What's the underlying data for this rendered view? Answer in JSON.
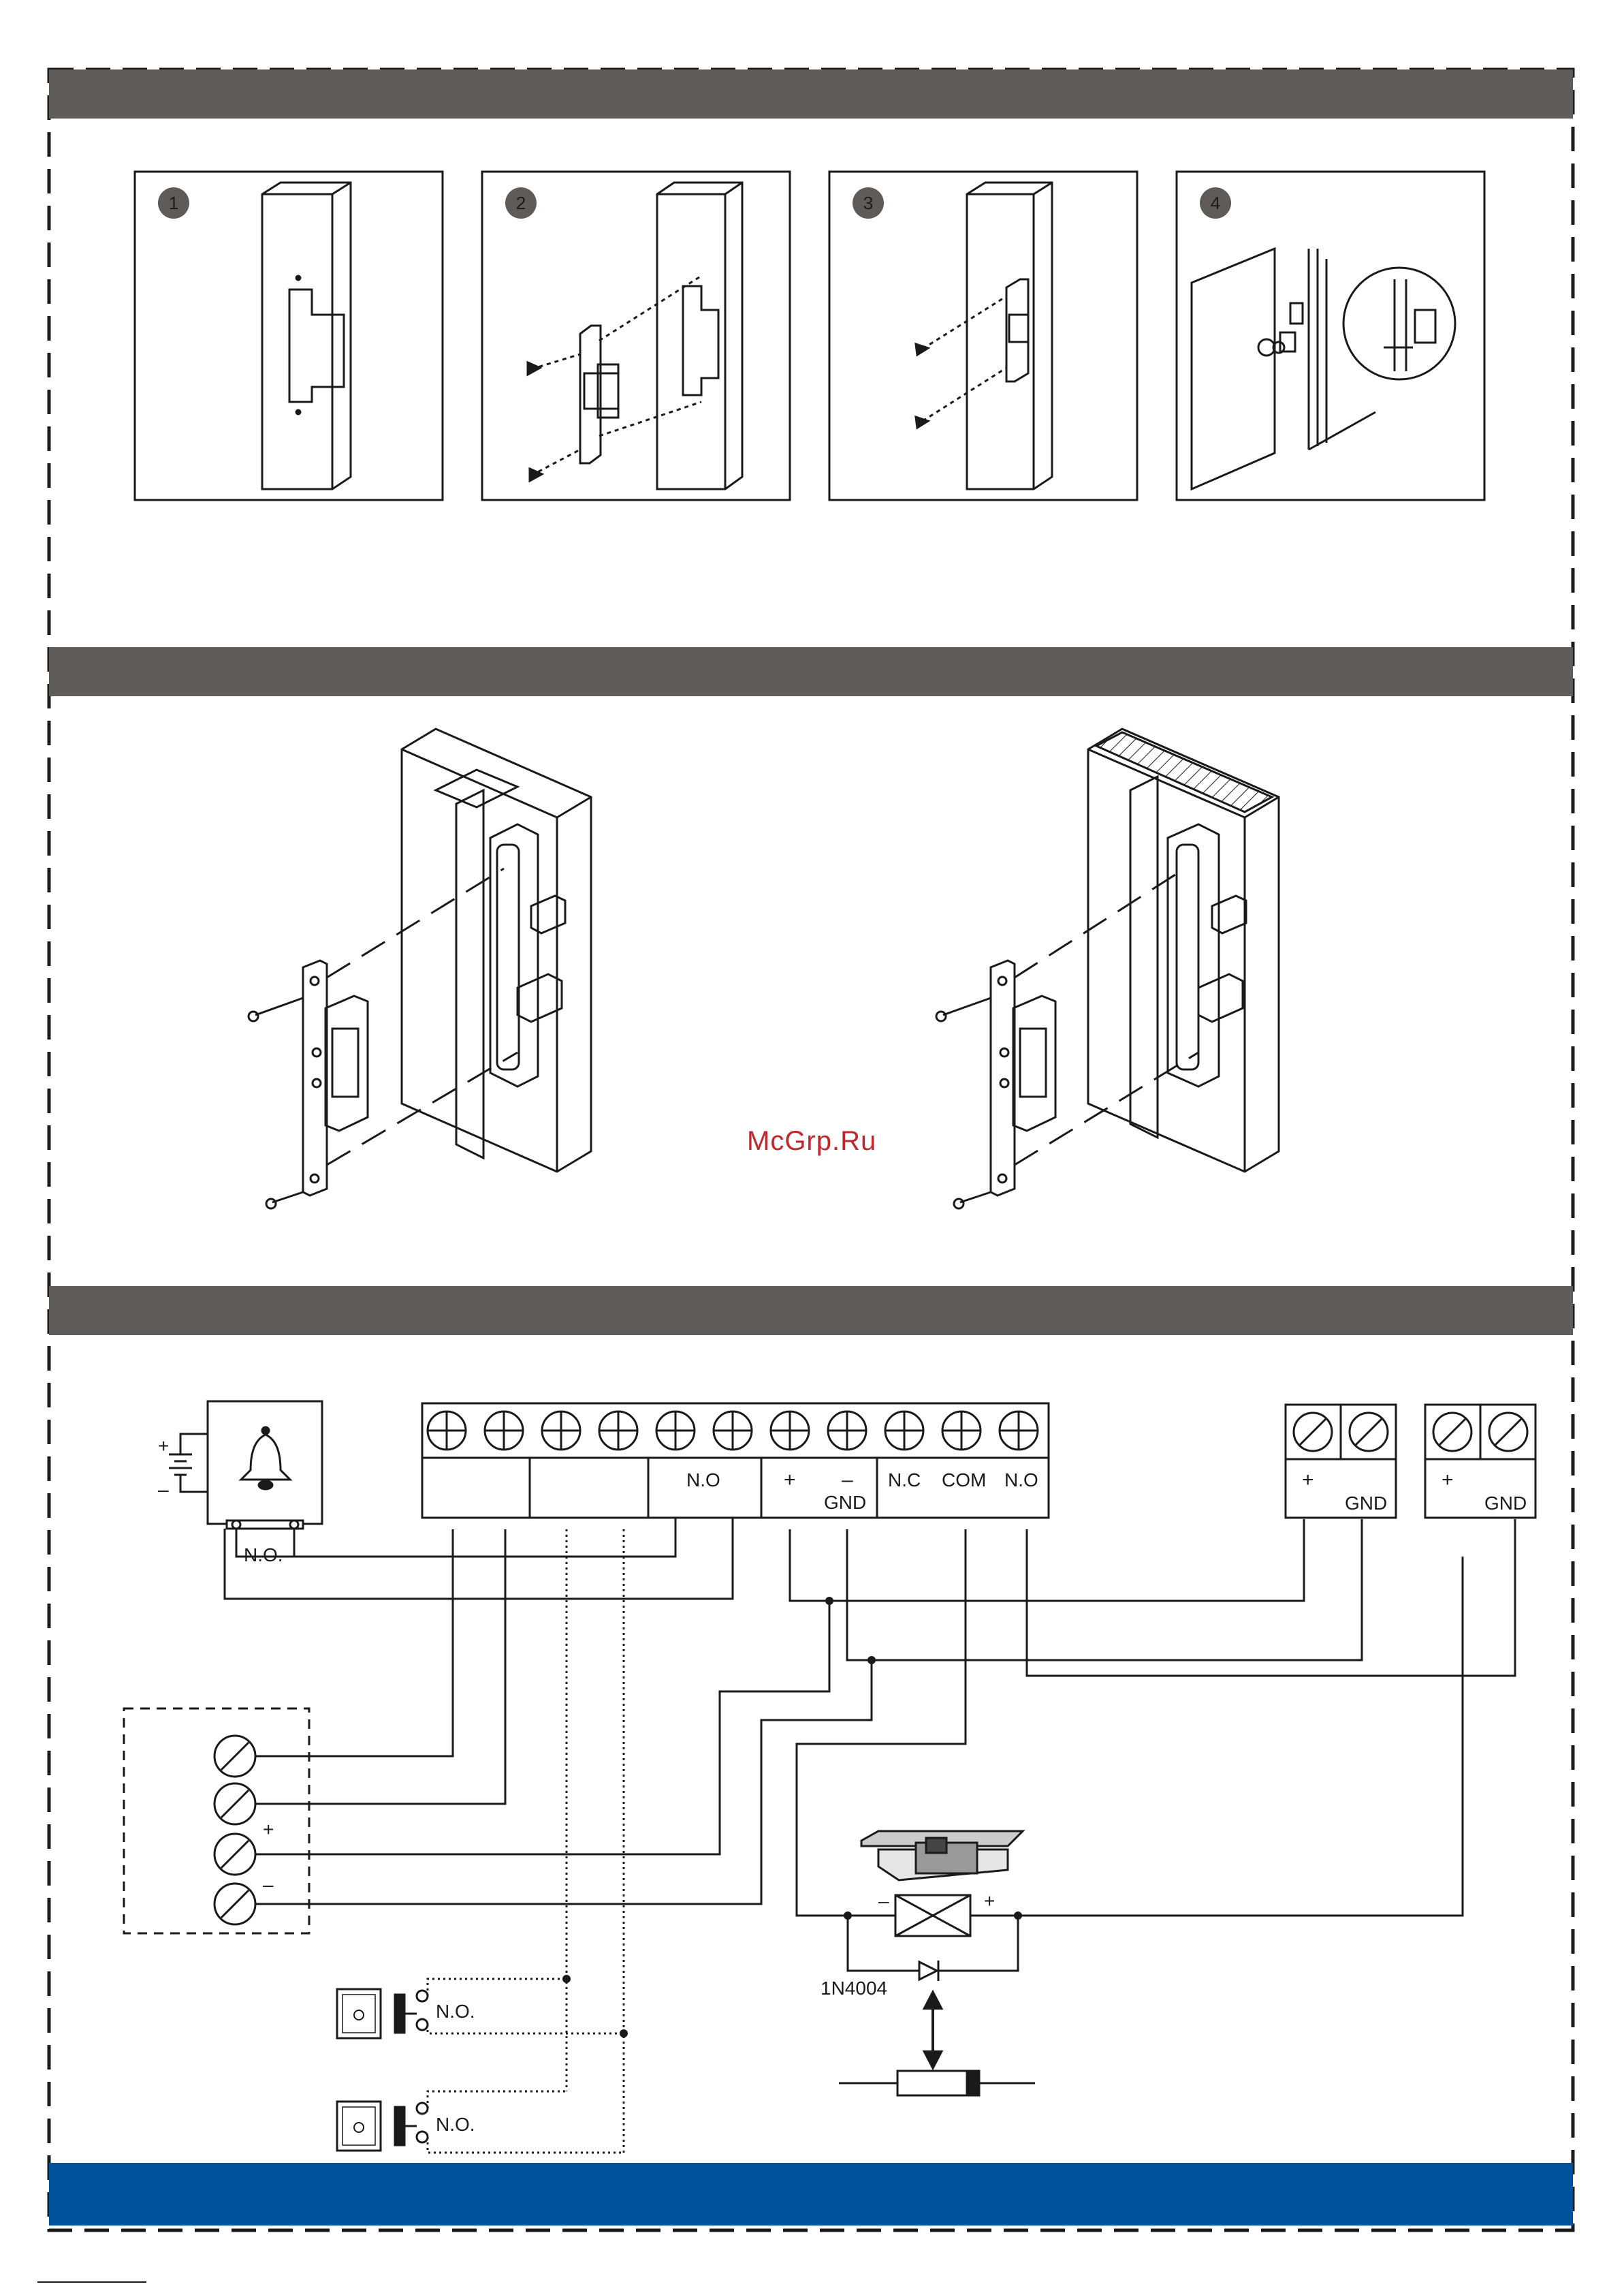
{
  "watermark": "McGrp.Ru",
  "install_steps": [
    "1",
    "2",
    "3",
    "4"
  ],
  "colors": {
    "header_bar": "#5f5b58",
    "footer_bar": "#00529b",
    "ink": "#1a1a1a",
    "watermark": "#c0262c"
  },
  "wiring": {
    "terminal_block": {
      "group_no": "N.O",
      "group_power_plus": "+",
      "group_power_minus": "–",
      "group_power_gnd": "GND",
      "relay_nc": "N.C",
      "relay_com": "COM",
      "relay_no": "N.O"
    },
    "power_supply_1": {
      "plus": "+",
      "gnd": "GND"
    },
    "power_supply_2": {
      "plus": "+",
      "gnd": "GND"
    },
    "doorbell": {
      "battery_plus": "+",
      "battery_minus": "–",
      "contact": "N.O."
    },
    "reader": {
      "plus": "+",
      "minus": "–"
    },
    "exit_button_1": {
      "contact": "N.O."
    },
    "exit_button_2": {
      "contact": "N.O."
    },
    "lock": {
      "minus": "–",
      "plus": "+"
    },
    "diode": {
      "label": "1N4004"
    }
  }
}
